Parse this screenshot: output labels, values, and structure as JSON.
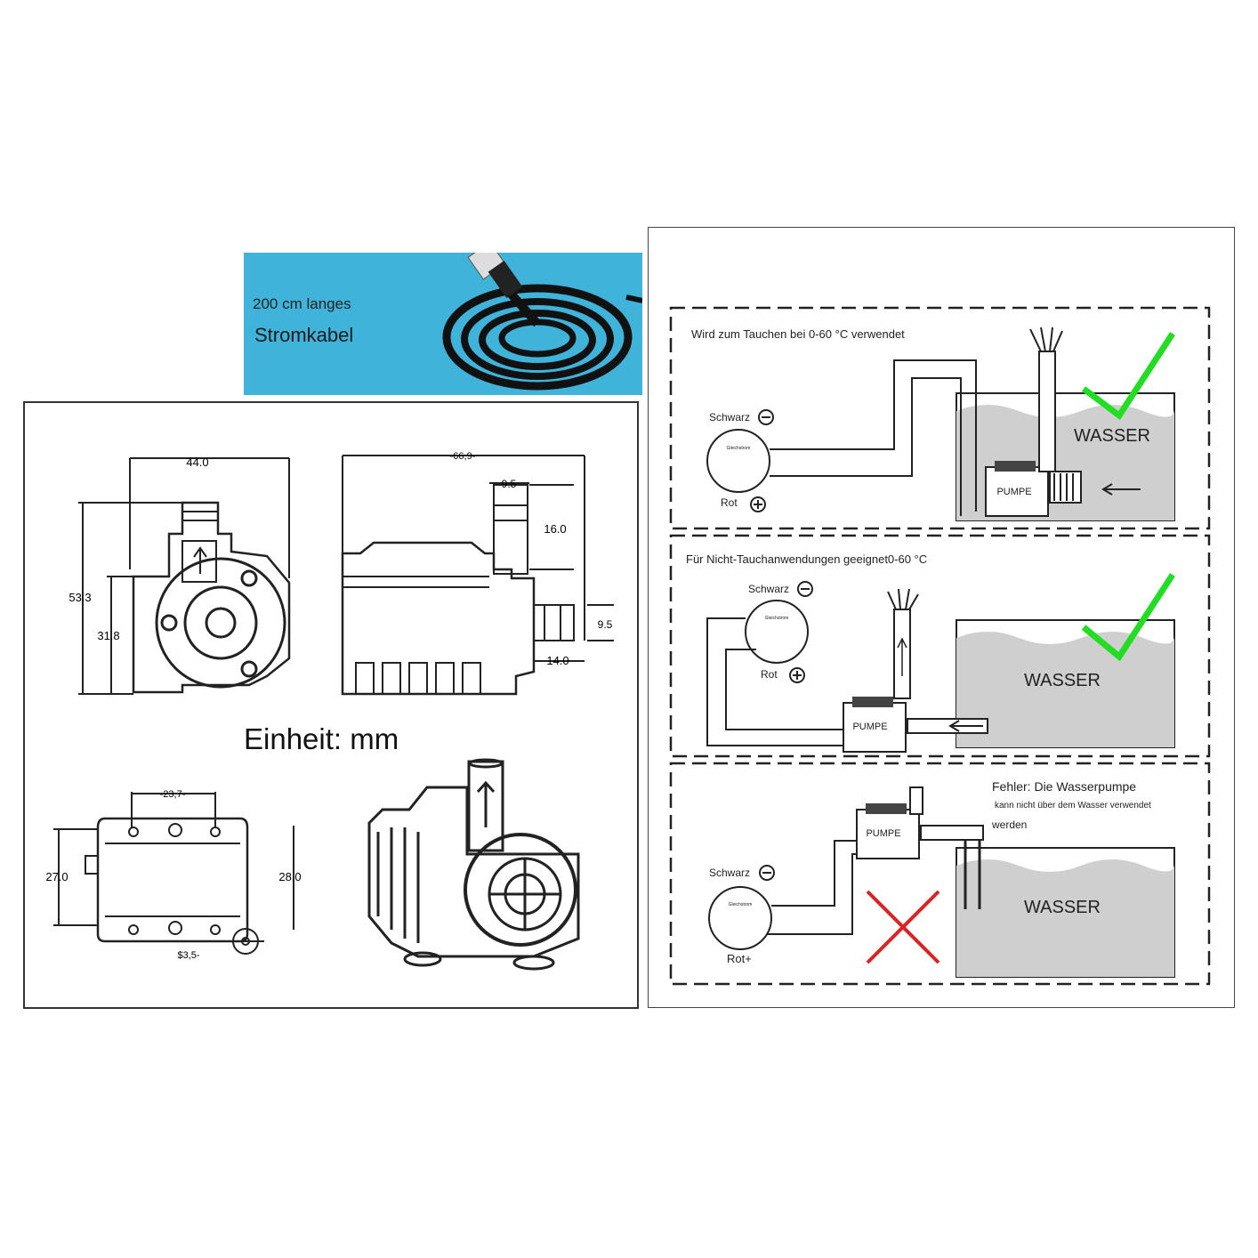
{
  "cable_banner": {
    "line1": "200 cm langes",
    "line2": "Stromkabel"
  },
  "dimensions": {
    "front_width": "44.0",
    "front_height": "53.3",
    "front_lower_height": "31.8",
    "side_length": "-66,9-",
    "outlet_width": "9.5",
    "outlet_height": "16.0",
    "inlet_diameter": "9.5",
    "inlet_length": "14.0",
    "base_hole_spacing": "-23,7-",
    "base_depth_left": "27.0",
    "base_depth_right": "28.0",
    "hole_diameter": "$3,5-"
  },
  "unit_label": "Einheit: mm",
  "scenarios": [
    {
      "caption": "Wird zum Tauchen bei 0-60 °C verwendet",
      "black_label": "Schwarz",
      "red_label": "Rot",
      "supply_label": "Gleichstrom",
      "pump_label": "PUMPE",
      "water_label": "WASSER",
      "status": "correct"
    },
    {
      "caption": "Für Nicht-Tauchanwendungen geeignet0-60 °C",
      "black_label": "Schwarz",
      "red_label": "Rot",
      "supply_label": "Gleichstrom",
      "pump_label": "PUMPE",
      "water_label": "WASSER",
      "status": "correct"
    },
    {
      "caption_line1": "Fehler: Die Wasserpumpe",
      "caption_line2": "kann nicht über dem Wasser verwendet",
      "caption_line3": "werden",
      "black_label": "Schwarz",
      "red_label": "Rot+",
      "supply_label": "Gleichstrom",
      "pump_label": "PUMPE",
      "water_label": "WASSER",
      "status": "wrong"
    }
  ],
  "colors": {
    "banner": "#3fb3d9",
    "check": "#22dd22",
    "cross": "#dd2222",
    "water": "#cfcfcf"
  }
}
